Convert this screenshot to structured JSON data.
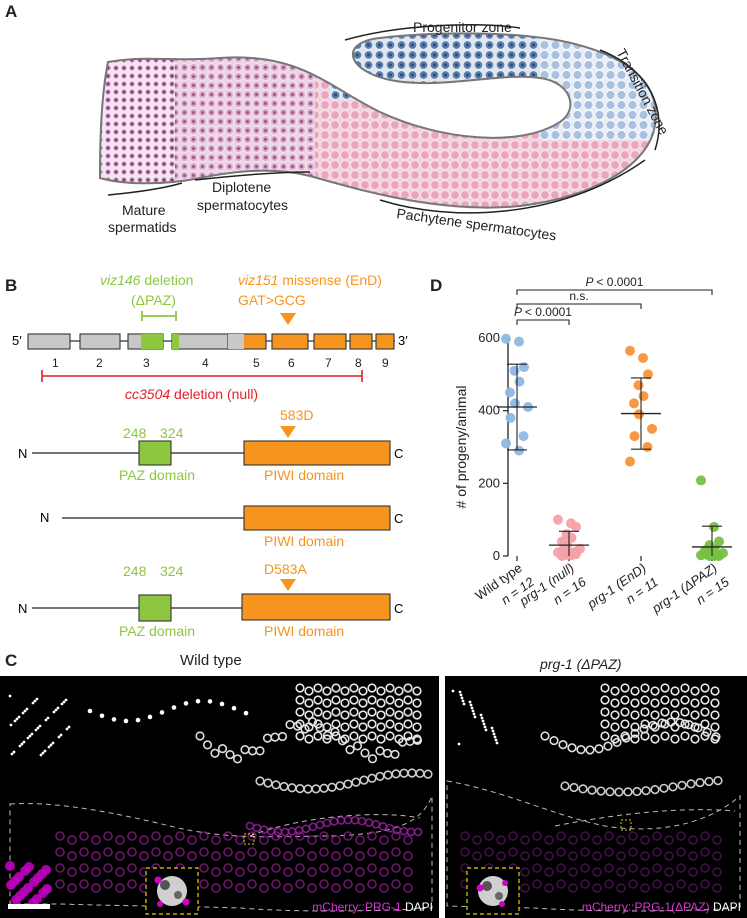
{
  "panels": {
    "a": "A",
    "b": "B",
    "c": "C",
    "d": "D"
  },
  "panel_a": {
    "zones": [
      "Progenitor zone",
      "Transition zone",
      "Mature spermatids",
      "Diplotene spermatocytes",
      "Pachytene spermatocytes"
    ],
    "colors": {
      "progenitor": "#5b7fae",
      "transition": "#9db7d8",
      "pachytene": "#e9a6bd",
      "diplotene": "#d8a7c9",
      "mature": "#c58fbf"
    }
  },
  "panel_b": {
    "viz146_name": "viz146",
    "viz146_rest": "deletion",
    "viz146_sub": "(ΔPAZ)",
    "viz151_name": "viz151",
    "viz151_rest": "missense (EnD)",
    "viz151_sub": "GAT>GCG",
    "prime5": "5′",
    "prime3": "3′",
    "exons": [
      "1",
      "2",
      "3",
      "4",
      "5",
      "6",
      "7",
      "8",
      "9"
    ],
    "cc3504_name": "cc3504",
    "cc3504_rest": "deletion (null)",
    "proteins": [
      {
        "n": "N",
        "c": "C",
        "pos1": "248",
        "pos2": "324",
        "paz": "PAZ domain",
        "piwi": "PIWI domain",
        "mark": "583D"
      },
      {
        "n": "N",
        "c": "C",
        "piwi": "PIWI domain"
      },
      {
        "n": "N",
        "c": "C",
        "pos1": "248",
        "pos2": "324",
        "paz": "PAZ domain",
        "piwi": "PIWI domain",
        "mark": "D583A"
      }
    ],
    "colors": {
      "green": "#8dc63f",
      "orange": "#f7941d",
      "red": "#e31e24",
      "gray": "#c8c8c8"
    }
  },
  "panel_c": {
    "left_title": "Wild type",
    "right_title_gene": "prg-1",
    "right_title_allele": "(ΔPAZ)",
    "left_label_m": "mCherry::PRG-1",
    "left_label_d": "DAPI",
    "right_label_m": "mCherry::PRG-1(ΔPAZ)",
    "right_label_d": "DAPI"
  },
  "chart_data": {
    "type": "scatter",
    "ylabel": "# of progeny/animal",
    "ylim": [
      0,
      600
    ],
    "yticks": [
      0,
      200,
      400,
      600
    ],
    "categories": [
      "Wild type",
      "prg-1 (null)",
      "prg-1 (EnD)",
      "prg-1 (ΔPAZ)"
    ],
    "n_labels": [
      "n = 12",
      "n = 16",
      "n = 11",
      "n = 15"
    ],
    "colors": [
      "#8db9e3",
      "#f4a0a8",
      "#f7943a",
      "#77c043"
    ],
    "means": [
      410,
      30,
      392,
      25
    ],
    "sd_upper": [
      528,
      68,
      490,
      82
    ],
    "sd_lower": [
      292,
      -8,
      294,
      -32
    ],
    "values": [
      [
        598,
        590,
        520,
        510,
        480,
        450,
        420,
        410,
        380,
        330,
        310,
        290
      ],
      [
        100,
        90,
        80,
        60,
        50,
        40,
        30,
        20,
        15,
        12,
        10,
        8,
        5,
        3,
        2,
        0
      ],
      [
        565,
        545,
        500,
        470,
        440,
        420,
        390,
        350,
        330,
        300,
        260
      ],
      [
        208,
        80,
        40,
        30,
        20,
        15,
        10,
        8,
        5,
        3,
        2,
        1,
        0,
        0,
        0
      ]
    ],
    "comparisons": [
      {
        "label_p": "P",
        "label_rest": "< 0.0001",
        "from": 0,
        "to": 1
      },
      {
        "label_p": "",
        "label_rest": "n.s.",
        "from": 0,
        "to": 2
      },
      {
        "label_p": "P",
        "label_rest": "< 0.0001",
        "from": 0,
        "to": 3
      }
    ]
  }
}
